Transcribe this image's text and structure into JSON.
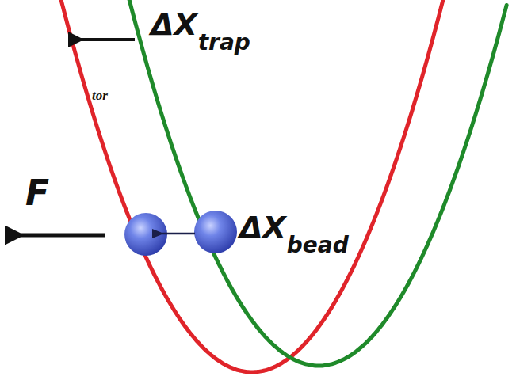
{
  "diagram": {
    "labels": [
      "ΔX",
      "trap",
      "tor",
      "F",
      "ΔX",
      "bead"
    ]
  }
}
